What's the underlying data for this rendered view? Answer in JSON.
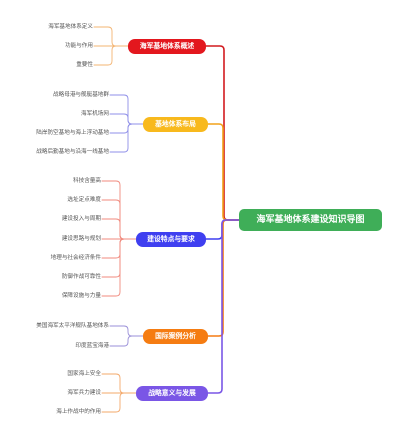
{
  "root": {
    "label": "海军基地体系建设知识导图",
    "color": "#3fae58"
  },
  "branches": [
    {
      "label": "海军基地体系概述",
      "color": "#e3171e",
      "line": "#d21a1f",
      "leaf_line": "#f3b472",
      "leaves": [
        "海军基地体系定义",
        "功能与作用",
        "重要性"
      ]
    },
    {
      "label": "基地体系布局",
      "color": "#f8b91d",
      "line": "#f2a21a",
      "leaf_line": "#8f8fe8",
      "leaves": [
        "战略母港与舰艇基地群",
        "海军机场网",
        "陆岸防空基地与海上浮动基地",
        "战略后勤基地与沿海一线基地"
      ]
    },
    {
      "label": "建设特点与要求",
      "color": "#3f3ff0",
      "line": "#3f3ff0",
      "leaf_line": "#f08a7e",
      "leaves": [
        "科技含量高",
        "选址定点难度",
        "建设投入与周期",
        "建设思路与规划",
        "地理与社会经济条件",
        "防御作战可靠性",
        "保障设施与力量"
      ]
    },
    {
      "label": "国际案例分析",
      "color": "#f57c12",
      "line": "#f57c12",
      "leaf_line": "#9a8fd8",
      "leaves": [
        "美国海军太平洋舰队基地体系",
        "印度蓝宝海港"
      ]
    },
    {
      "label": "战略意义与发展",
      "color": "#7a56e6",
      "line": "#7a56e6",
      "leaf_line": "#f3a86a",
      "leaves": [
        "国家海上安全",
        "海军兵力建设",
        "海上作战中的作用"
      ]
    }
  ]
}
